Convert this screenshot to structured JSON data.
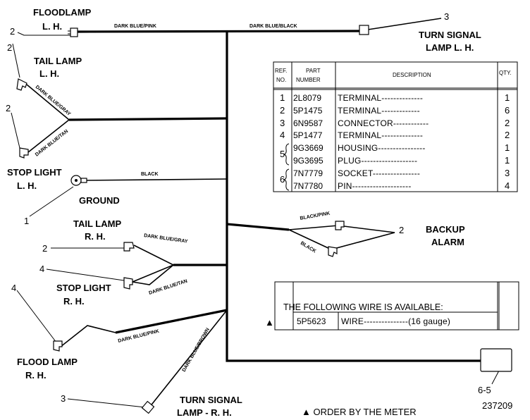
{
  "components": {
    "floodlamp_lh": [
      "FLOODLAMP",
      "L. H."
    ],
    "tail_lamp_lh": [
      "TAIL LAMP",
      "L. H."
    ],
    "stop_light_lh": [
      "STOP LIGHT",
      "L. H."
    ],
    "ground": "GROUND",
    "tail_lamp_rh": [
      "TAIL LAMP",
      "R. H."
    ],
    "stop_light_rh": [
      "STOP LIGHT",
      "R. H."
    ],
    "flood_lamp_rh": [
      "FLOOD LAMP",
      "R. H."
    ],
    "turn_signal_rh": [
      "TURN SIGNAL",
      "LAMP  - R. H."
    ],
    "turn_signal_lh": [
      "TURN SIGNAL",
      "LAMP L. H."
    ],
    "backup_alarm": [
      "BACKUP",
      "ALARM"
    ]
  },
  "wires": {
    "dark_blue_pink_top": "DARK BLUE/PINK",
    "dark_blue_black": "DARK BLUE/BLACK",
    "dark_blue_gray_lh": "DARK BLUE/GRAY",
    "dark_blue_tan_lh": "DARK BLUE/TAN",
    "black_ground": "BLACK",
    "black_pink": "BLACK/PINK",
    "black_alarm": "BLACK",
    "dark_blue_gray_rh": "DARK BLUE/GRAY",
    "dark_blue_tan_rh": "DARK BLUE/TAN",
    "dark_blue_pink_rh": "DARK BLUE/PINK",
    "dark_blue_brown": "DARK BLUE/BROWN"
  },
  "callouts": {
    "floodlamp_lh": "2",
    "turn_signal_lh": "3",
    "tail_lamp_lh": "2",
    "stop_light_lh": "2",
    "ground": "1",
    "tail_lamp_rh": "2",
    "stop_light_rh": "4",
    "flood_lamp_rh": "4",
    "turn_signal_rh": "3",
    "backup_alarm": "2",
    "meter_box": "6-5"
  },
  "parts_table": {
    "headers": {
      "ref": [
        "REF.",
        "NO."
      ],
      "part": [
        "PART",
        "NUMBER"
      ],
      "desc": "DESCRIPTION",
      "qty": "QTY."
    },
    "rows": [
      {
        "ref": "1",
        "part": "2L8079",
        "desc": "TERMINAL--------------",
        "qty": "1"
      },
      {
        "ref": "2",
        "part": "5P1475",
        "desc": "TERMINAL-------------",
        "qty": "6"
      },
      {
        "ref": "3",
        "part": "6N9587",
        "desc": "CONNECTOR------------",
        "qty": "2"
      },
      {
        "ref": "4",
        "part": "5P1477",
        "desc": "TERMINAL--------------",
        "qty": "2"
      },
      {
        "ref": "5",
        "part": "9G3669",
        "desc": "HOUSING----------------",
        "qty": "1"
      },
      {
        "ref": "5",
        "part": "9G3695",
        "desc": "PLUG-------------------",
        "qty": "1"
      },
      {
        "ref": "6",
        "part": "7N7779",
        "desc": "SOCKET----------------",
        "qty": "3"
      },
      {
        "ref": "6",
        "part": "7N7780",
        "desc": "PIN--------------------",
        "qty": "4"
      }
    ]
  },
  "wire_table": {
    "heading": "THE FOLLOWING WIRE IS AVAILABLE:",
    "marker": "▲",
    "part": "5P5623",
    "desc": "WIRE---------------(16 gauge)"
  },
  "footnote": "▲ ORDER BY THE METER",
  "drawing_number": "237209"
}
